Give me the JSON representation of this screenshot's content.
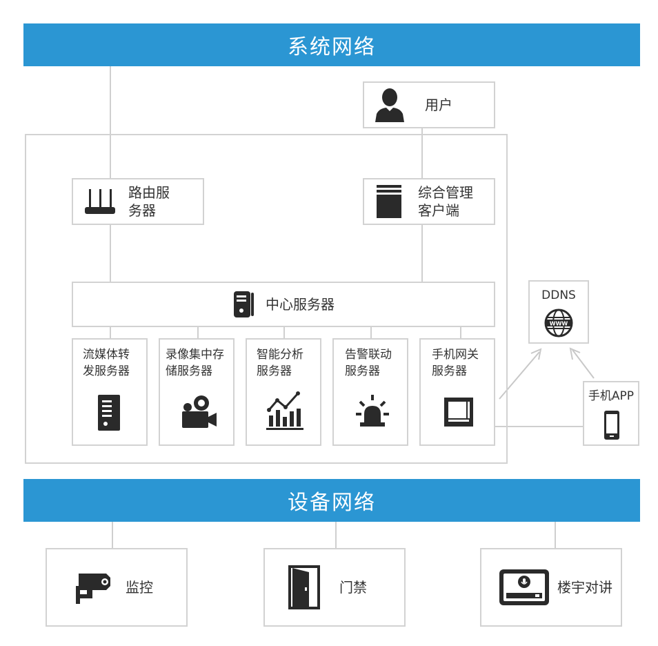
{
  "system_network": {
    "title": "系统网络"
  },
  "device_network": {
    "title": "设备网络"
  },
  "user": {
    "label": "用户",
    "icon": "user-icon"
  },
  "router": {
    "label_line1": "路由服",
    "label_line2": "务器",
    "icon": "router-icon"
  },
  "mgmt_client": {
    "label_line1": "综合管理",
    "label_line2": "客户端",
    "icon": "client-box-icon"
  },
  "center_server": {
    "label": "中心服务器",
    "icon": "server-tower-icon"
  },
  "sub_servers": [
    {
      "line1": "流媒体转",
      "line2": "发服务器",
      "icon": "server-cabinet-icon"
    },
    {
      "line1": "录像集中存",
      "line2": "储服务器",
      "icon": "video-camera-icon"
    },
    {
      "line1": "智能分析",
      "line2": "服务器",
      "icon": "analytics-chart-icon"
    },
    {
      "line1": "告警联动",
      "line2": "服务器",
      "icon": "alarm-light-icon"
    },
    {
      "line1": "手机网关",
      "line2": "服务器",
      "icon": "gateway-icon"
    }
  ],
  "ddns": {
    "label": "DDNS",
    "icon": "www-globe-icon"
  },
  "mobile_app": {
    "label": "手机APP",
    "icon": "smartphone-icon"
  },
  "devices": [
    {
      "label": "监控",
      "icon": "cctv-camera-icon"
    },
    {
      "label": "门禁",
      "icon": "door-icon"
    },
    {
      "label": "楼宇对讲",
      "icon": "intercom-icon"
    }
  ],
  "colors": {
    "banner": "#2b96d3",
    "border": "#d2d2d2",
    "icon": "#2a2a2a"
  }
}
